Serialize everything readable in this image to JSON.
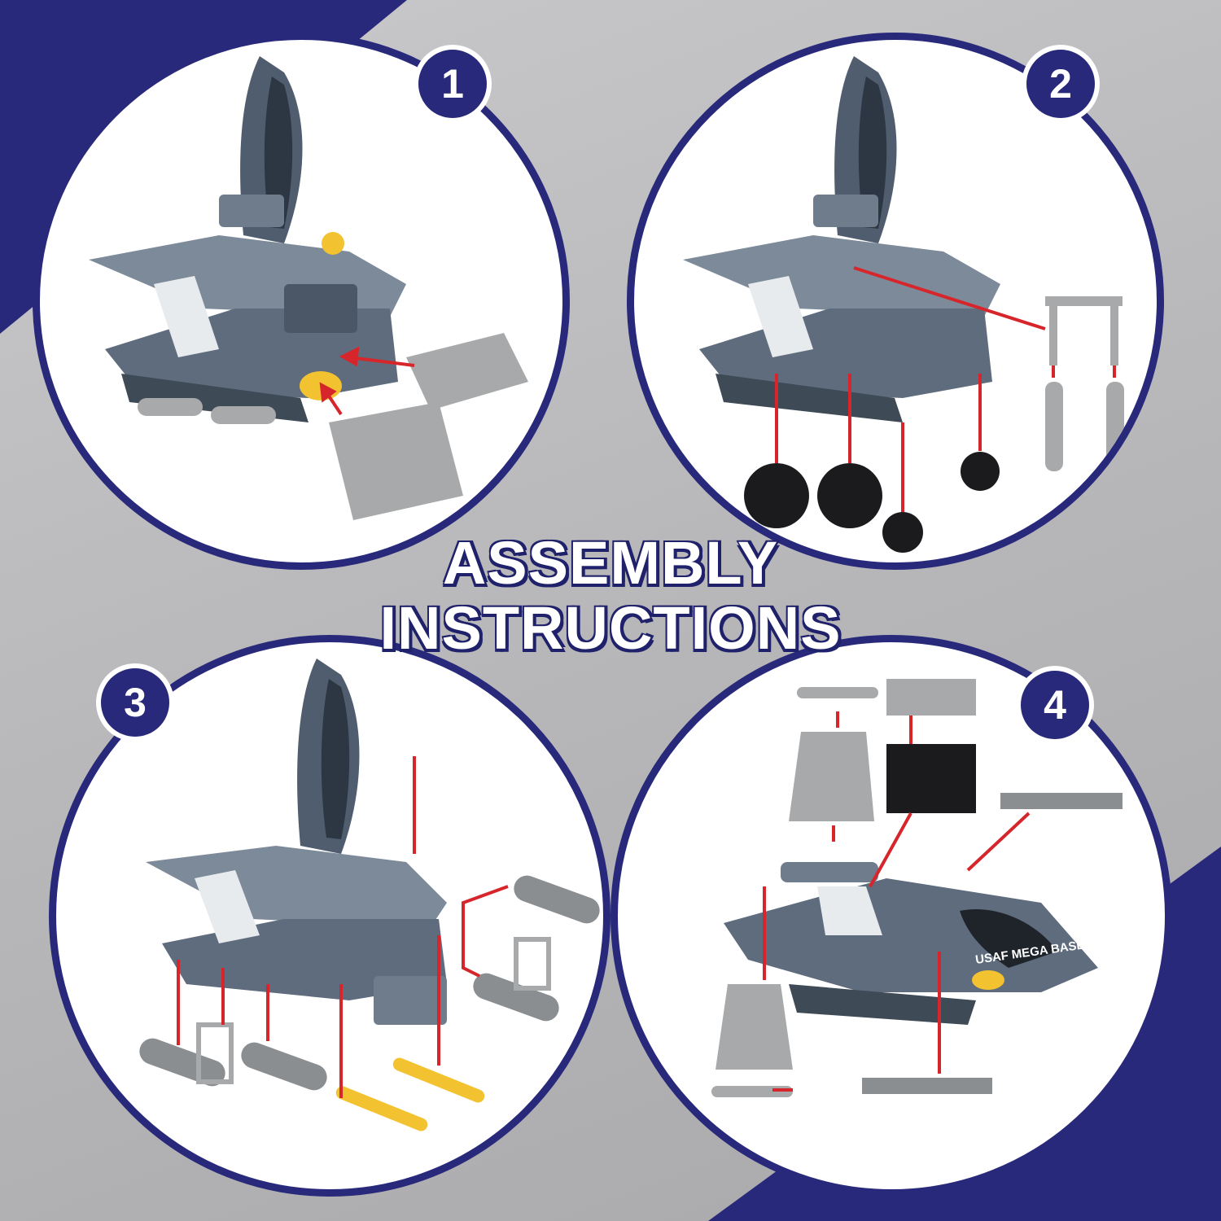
{
  "title": {
    "line1": "ASSEMBLY",
    "line2": "INSTRUCTIONS"
  },
  "steps": [
    {
      "number": "1"
    },
    {
      "number": "2"
    },
    {
      "number": "3"
    },
    {
      "number": "4"
    }
  ],
  "decals": {
    "jet_label": "USAF MEGA BASE"
  },
  "colors": {
    "navy": "#28297a",
    "background": "#bdbdbf",
    "toy_body": "#5d6b7c",
    "toy_light": "#8e9aa8",
    "parts_gray": "#a7a9ab",
    "accent_yellow": "#f2c230",
    "arrow_red": "#d7262b",
    "wheel_black": "#1b1b1d"
  },
  "icons": [
    "toy-jet-icon",
    "tank-icon",
    "missile-icon",
    "wheel-icon",
    "ramp-icon",
    "ladder-icon",
    "cannon-icon"
  ]
}
